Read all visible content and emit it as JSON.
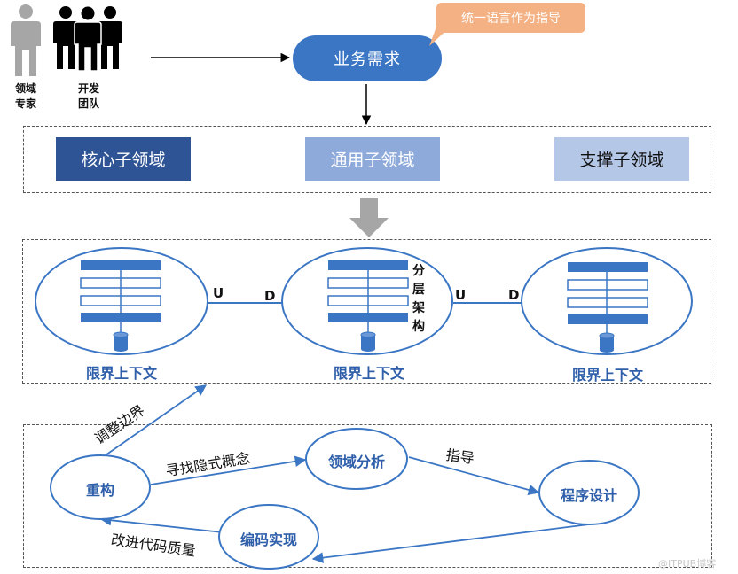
{
  "actors": {
    "domain_expert": {
      "label_line1": "领域",
      "label_line2": "专家"
    },
    "dev_team": {
      "label_line1": "开发",
      "label_line2": "团队"
    }
  },
  "business": {
    "label": "业务需求",
    "callout": "统一语言作为指导"
  },
  "subdomains": {
    "core": "核心子领域",
    "generic": "通用子领域",
    "supporting": "支撑子领域"
  },
  "contexts": {
    "label": "限界上下文",
    "upstream_marker": "U",
    "downstream_marker": "D",
    "layered_architecture": [
      "分",
      "层",
      "架",
      "构"
    ]
  },
  "cycle": {
    "nodes": {
      "refactor": "重构",
      "domain_analysis": "领域分析",
      "program_design": "程序设计",
      "coding": "编码实现"
    },
    "edges": {
      "adjust_boundary": "调整边界",
      "find_hidden_concepts": "寻找隐式概念",
      "guide": "指导",
      "improve_code_quality": "改进代码质量"
    }
  },
  "watermark": "@ITPUB博客",
  "colors": {
    "primary_blue": "#3a76c4",
    "dark_blue": "#2f5496",
    "mid_blue": "#8eaadb",
    "light_blue": "#b4c7e7",
    "callout_orange": "#f4b183",
    "person_gray": "#a6a6a6",
    "person_black": "#000000"
  },
  "icons": [
    "person-icon",
    "database-icon",
    "block-arrow-down-icon"
  ]
}
